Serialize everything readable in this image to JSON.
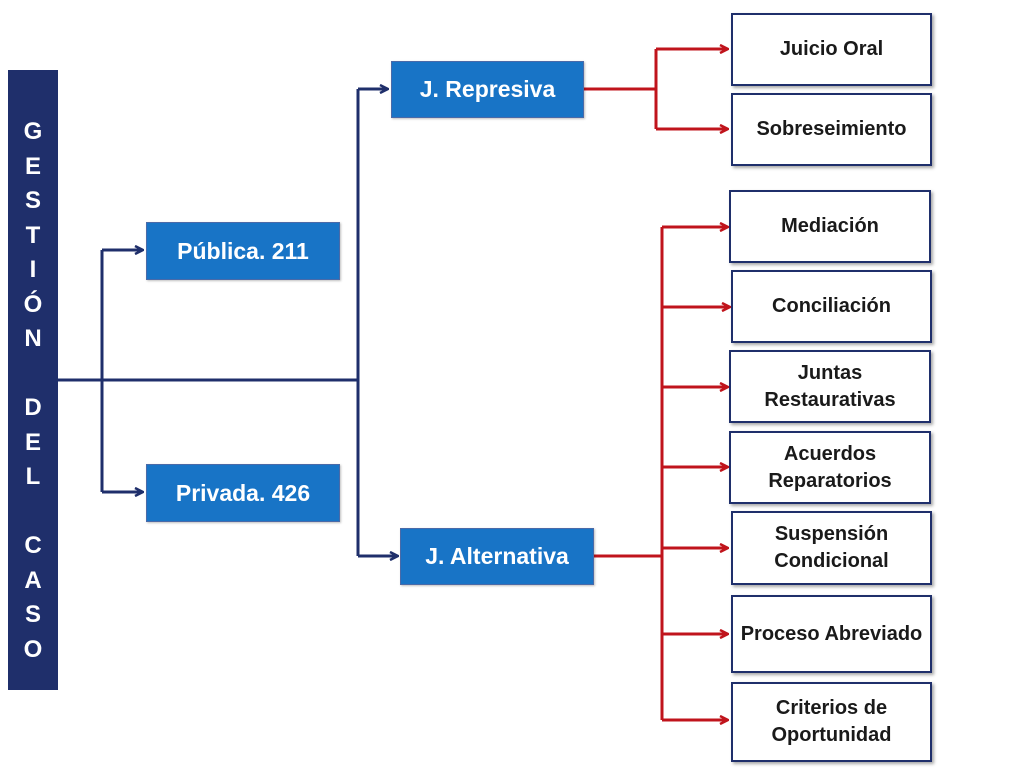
{
  "side_title": {
    "letters": [
      "G",
      "E",
      "S",
      "T",
      "I",
      "Ó",
      "N",
      "",
      "D",
      "E",
      "L",
      "",
      "C",
      "A",
      "S",
      "O"
    ]
  },
  "level1": {
    "publica": "Pública. 211",
    "privada": "Privada. 426"
  },
  "level2": {
    "represiva": "J. Represiva",
    "alternativa": "J. Alternativa"
  },
  "represiva_outcomes": [
    "Juicio Oral",
    "Sobreseimiento"
  ],
  "alternativa_outcomes": [
    "Mediación",
    "Conciliación",
    "Juntas Restaurativas",
    "Acuerdos Reparatorios",
    "Suspensión Condicional",
    "Proceso Abreviado",
    "Criterios de Oportunidad"
  ],
  "colors": {
    "navy": "#1f2f6b",
    "blue_box": "#1874c6",
    "red_connector": "#c0141c"
  }
}
